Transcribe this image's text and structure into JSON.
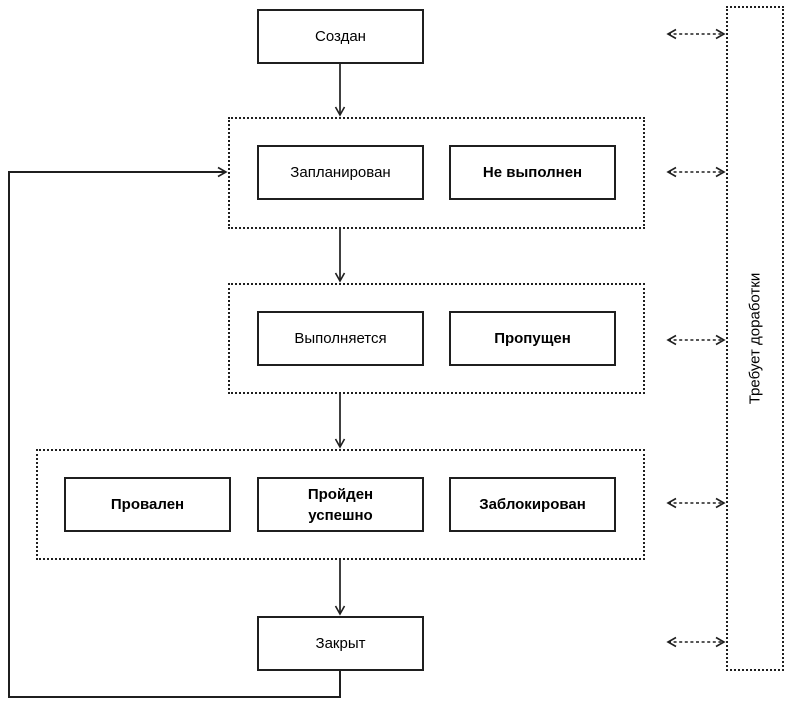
{
  "diagram": {
    "type": "state-flow",
    "colors": {
      "background": "#ffffff",
      "line": "#1f1f1f",
      "box_fill": "#ffffff",
      "text": "#000000"
    },
    "nodes": {
      "created": {
        "label": "Создан",
        "emphasis": false
      },
      "planned": {
        "label": "Запланирован",
        "emphasis": false
      },
      "not_executed": {
        "label": "Не выполнен",
        "emphasis": true
      },
      "in_progress": {
        "label": "Выполняется",
        "emphasis": false
      },
      "skipped": {
        "label": "Пропущен",
        "emphasis": true
      },
      "failed": {
        "label": "Провален",
        "emphasis": true
      },
      "passed": {
        "label": "Пройден успешно",
        "emphasis": true
      },
      "blocked": {
        "label": "Заблокирован",
        "emphasis": true
      },
      "closed": {
        "label": "Закрыт",
        "emphasis": false
      },
      "rework": {
        "label": "Требует доработки",
        "emphasis": false
      }
    },
    "groups": [
      {
        "id": "group-planned",
        "members": [
          "planned",
          "not_executed"
        ]
      },
      {
        "id": "group-executing",
        "members": [
          "in_progress",
          "skipped"
        ]
      },
      {
        "id": "group-results",
        "members": [
          "failed",
          "passed",
          "blocked"
        ]
      }
    ],
    "edges": [
      {
        "from": "created",
        "to": "group-planned",
        "style": "solid-arrow"
      },
      {
        "from": "group-planned",
        "to": "group-executing",
        "style": "solid-arrow"
      },
      {
        "from": "group-executing",
        "to": "group-results",
        "style": "solid-arrow"
      },
      {
        "from": "group-results",
        "to": "closed",
        "style": "solid-arrow"
      },
      {
        "from": "closed",
        "to": "group-planned",
        "style": "solid-arrow-feedback"
      },
      {
        "from": "created",
        "to": "rework",
        "style": "dashed-double-arrow"
      },
      {
        "from": "group-planned",
        "to": "rework",
        "style": "dashed-double-arrow"
      },
      {
        "from": "group-executing",
        "to": "rework",
        "style": "dashed-double-arrow"
      },
      {
        "from": "group-results",
        "to": "rework",
        "style": "dashed-double-arrow"
      },
      {
        "from": "closed",
        "to": "rework",
        "style": "dashed-double-arrow"
      }
    ]
  }
}
